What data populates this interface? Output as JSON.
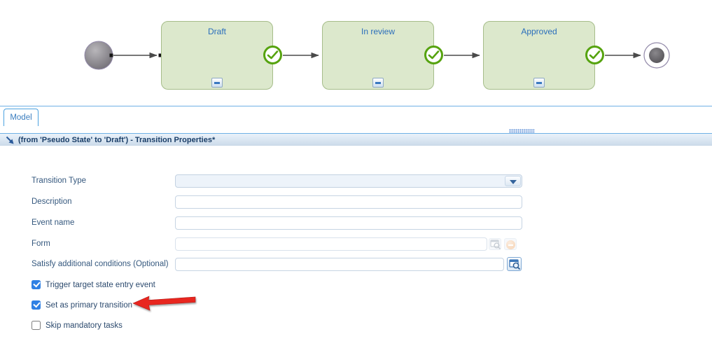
{
  "diagram": {
    "states": [
      {
        "label": "Draft"
      },
      {
        "label": "In review"
      },
      {
        "label": "Approved"
      }
    ]
  },
  "tabs": [
    {
      "label": "Model"
    }
  ],
  "panel": {
    "title": "(from 'Pseudo State' to 'Draft') - Transition Properties*"
  },
  "form": {
    "fields": [
      {
        "label": "Transition Type",
        "type": "dropdown",
        "value": ""
      },
      {
        "label": "Description",
        "type": "text",
        "value": ""
      },
      {
        "label": "Event name",
        "type": "text",
        "value": ""
      },
      {
        "label": "Form",
        "type": "text-with-picker",
        "value": ""
      },
      {
        "label": "Satisfy additional conditions (Optional)",
        "type": "text-with-picker",
        "value": ""
      }
    ],
    "checkboxes": [
      {
        "label": "Trigger target state entry event",
        "checked": true
      },
      {
        "label": "Set as primary transition",
        "checked": true
      },
      {
        "label": "Skip mandatory tasks",
        "checked": false
      }
    ]
  },
  "colors": {
    "state_fill": "#dce8cc",
    "state_border": "#a6bd8a",
    "state_label_blue": "#2a6ebb",
    "check_green": "#56a30f",
    "accent_blue": "#4da2e0",
    "header_text": "#1a3e68",
    "checkbox_blue": "#2f80e4",
    "annotation_red": "#e8261f"
  }
}
